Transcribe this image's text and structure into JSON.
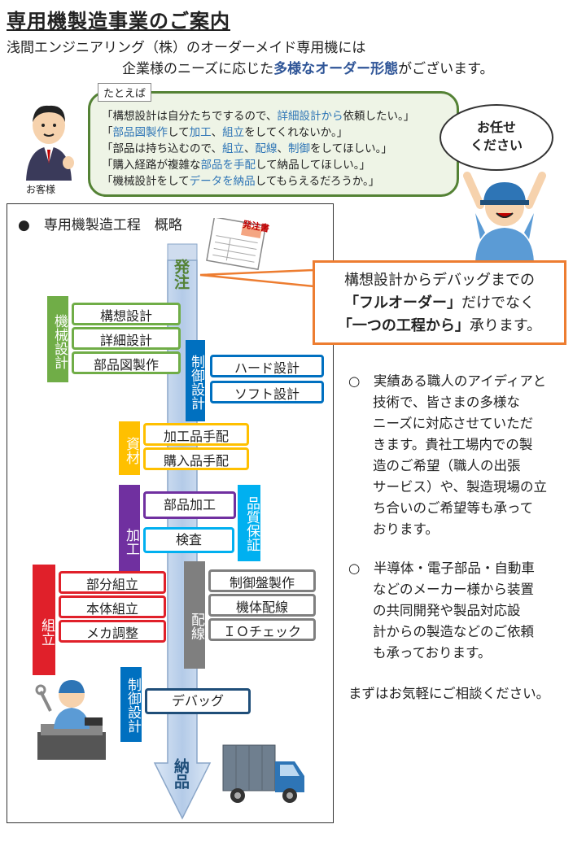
{
  "title": "専用機製造事業のご案内",
  "intro": {
    "line1": "浅間エンジニアリング（株）のオーダーメイド専用機には",
    "line2_pre": "企業様のニーズに応じた",
    "line2_em": "多様なオーダー形態",
    "line2_post": "がございます。"
  },
  "customer_label": "お客様",
  "example_tag": "たとえば",
  "bubble_lines": [
    {
      "parts": [
        "「構想設計は自分たちでするので、",
        "詳細設計から",
        "依頼したい。」"
      ]
    },
    {
      "parts": [
        "「",
        "部品図製作",
        "して",
        "加工",
        "、",
        "組立",
        "をしてくれないか。」"
      ]
    },
    {
      "parts": [
        "「部品は持ち込むので、",
        "組立",
        "、",
        "配線",
        "、",
        "制御",
        "をしてほしい。」"
      ]
    },
    {
      "parts": [
        "「購入経路が複雑な",
        "部品を手配",
        "して納品してほしい。」"
      ]
    },
    {
      "parts": [
        "「機械設計をして",
        "データを納品",
        "してもらえるだろうか。」"
      ]
    }
  ],
  "speech": {
    "line1": "お任せ",
    "line2": "ください"
  },
  "diagram_title": "●　専用機製造工程　概略",
  "order_sheet": "発注書",
  "start": "発注",
  "end": "納品",
  "groups": {
    "mech": {
      "label": "機械設計",
      "color": "#70ad47",
      "items": [
        "構想設計",
        "詳細設計",
        "部品図製作"
      ]
    },
    "ctrl": {
      "label": "制御設計",
      "color": "#0070c0",
      "items": [
        "ハード設計",
        "ソフト設計"
      ]
    },
    "mat": {
      "label": "資材",
      "color": "#ffc000",
      "items": [
        "加工品手配",
        "購入品手配"
      ]
    },
    "proc": {
      "label": "加工",
      "color": "#7030a0",
      "items": [
        "部品加工"
      ]
    },
    "qa": {
      "label": "品質保証",
      "color": "#00b0f0",
      "items": [
        "検査"
      ]
    },
    "asm": {
      "label": "組立",
      "color": "#e0202a",
      "items": [
        "部分組立",
        "本体組立",
        "メカ調整"
      ]
    },
    "wire": {
      "label": "配線",
      "color": "#7f7f7f",
      "items": [
        "制御盤製作",
        "機体配線",
        "ＩＯチェック"
      ]
    },
    "ctrl2": {
      "label": "制御設計",
      "color": "#0070c0",
      "items": [
        "デバッグ"
      ]
    }
  },
  "callout": {
    "line1": "構想設計からデバッグまでの",
    "line2_em": "「フルオーダー」",
    "line2_post": "だけでなく",
    "line3_em": "「一つの工程から」",
    "line3_post": "承ります。"
  },
  "bullets": [
    [
      "○　実績ある職人のアイディアと",
      "技術で、皆さまの多様な",
      "ニーズに対応させていただ",
      "きます。貴社工場内での製",
      "造のご希望（職人の出張",
      "サービス）や、製造現場の立",
      "ち合いのご希望等も承って",
      "おります。"
    ],
    [
      "○　半導体・電子部品・自動車",
      "などのメーカー様から装置",
      "の共同開発や製品対応設",
      "計からの製造などのご依頼",
      "も承っております。"
    ]
  ],
  "closing": "まずはお気軽にご相談ください。"
}
